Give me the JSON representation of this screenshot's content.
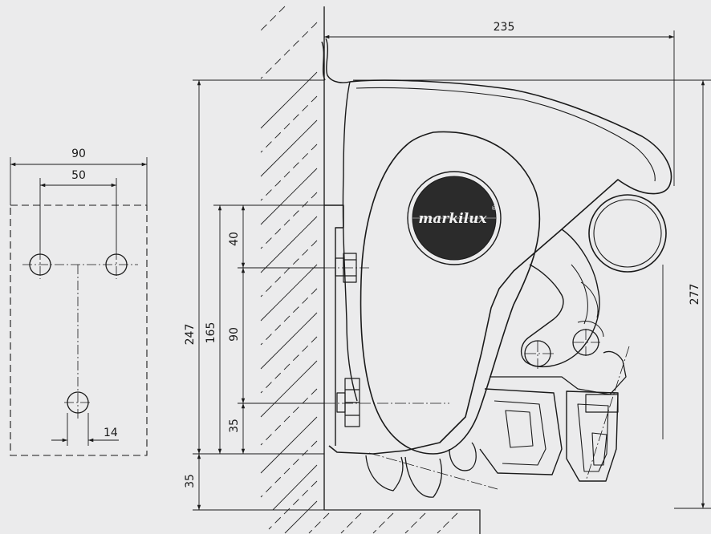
{
  "drawing": {
    "background_color": "#ebebec",
    "line_color": "#1a1a1a",
    "hatch_color": "#222222",
    "dimensions": {
      "bracket_width": "90",
      "hole_spacing": "50",
      "hole_offset": "14",
      "total_depth": "235",
      "total_height_right": "277",
      "height_left": "247",
      "bracket_height": "165",
      "bolt_spacing": "90",
      "top_offset": "40",
      "bottom_offset": "35",
      "base_offset": "35"
    },
    "logo": {
      "text": "markilux",
      "registered_mark": "®",
      "fill_color": "#2b2b2b"
    }
  }
}
